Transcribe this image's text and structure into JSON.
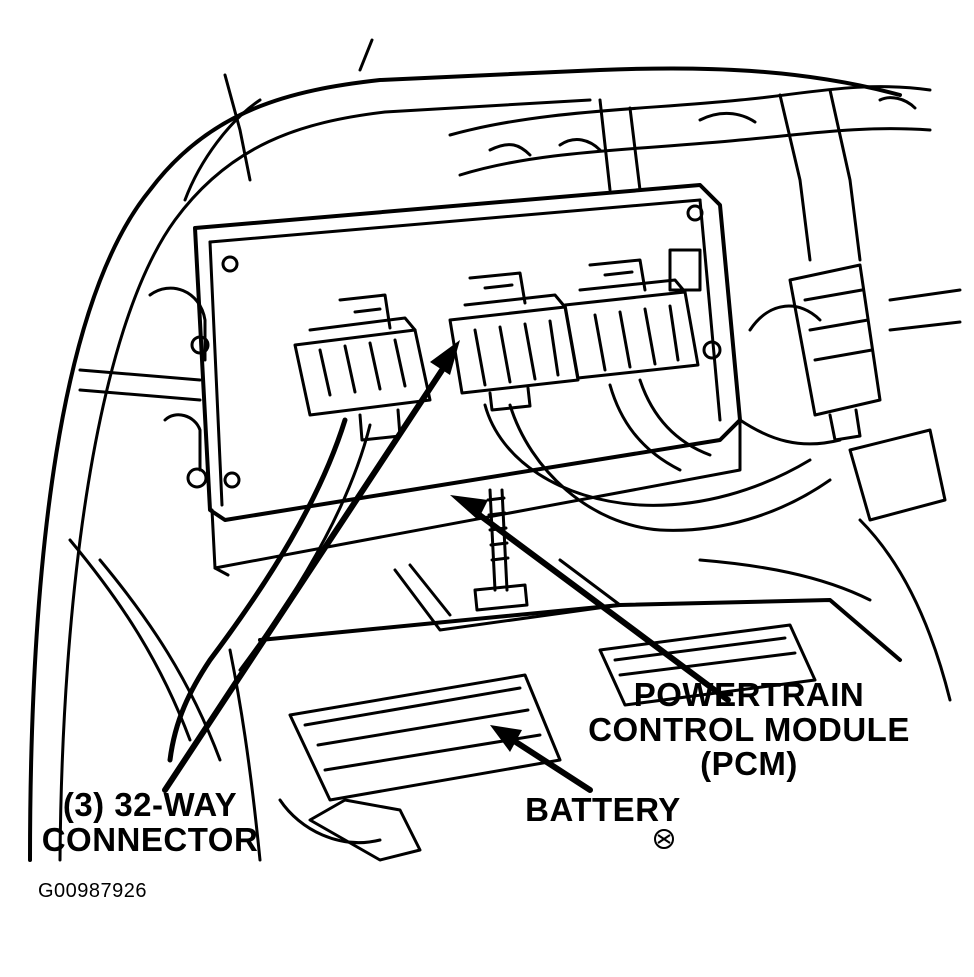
{
  "labels": {
    "pcm": [
      "POWERTRAIN",
      "CONTROL MODULE",
      "(PCM)"
    ],
    "connector": [
      "(3) 32-WAY",
      "CONNECTOR"
    ],
    "battery": "BATTERY"
  },
  "figure_id": "G00987926",
  "colors": {
    "ink": "#000000",
    "paper": "#ffffff"
  }
}
